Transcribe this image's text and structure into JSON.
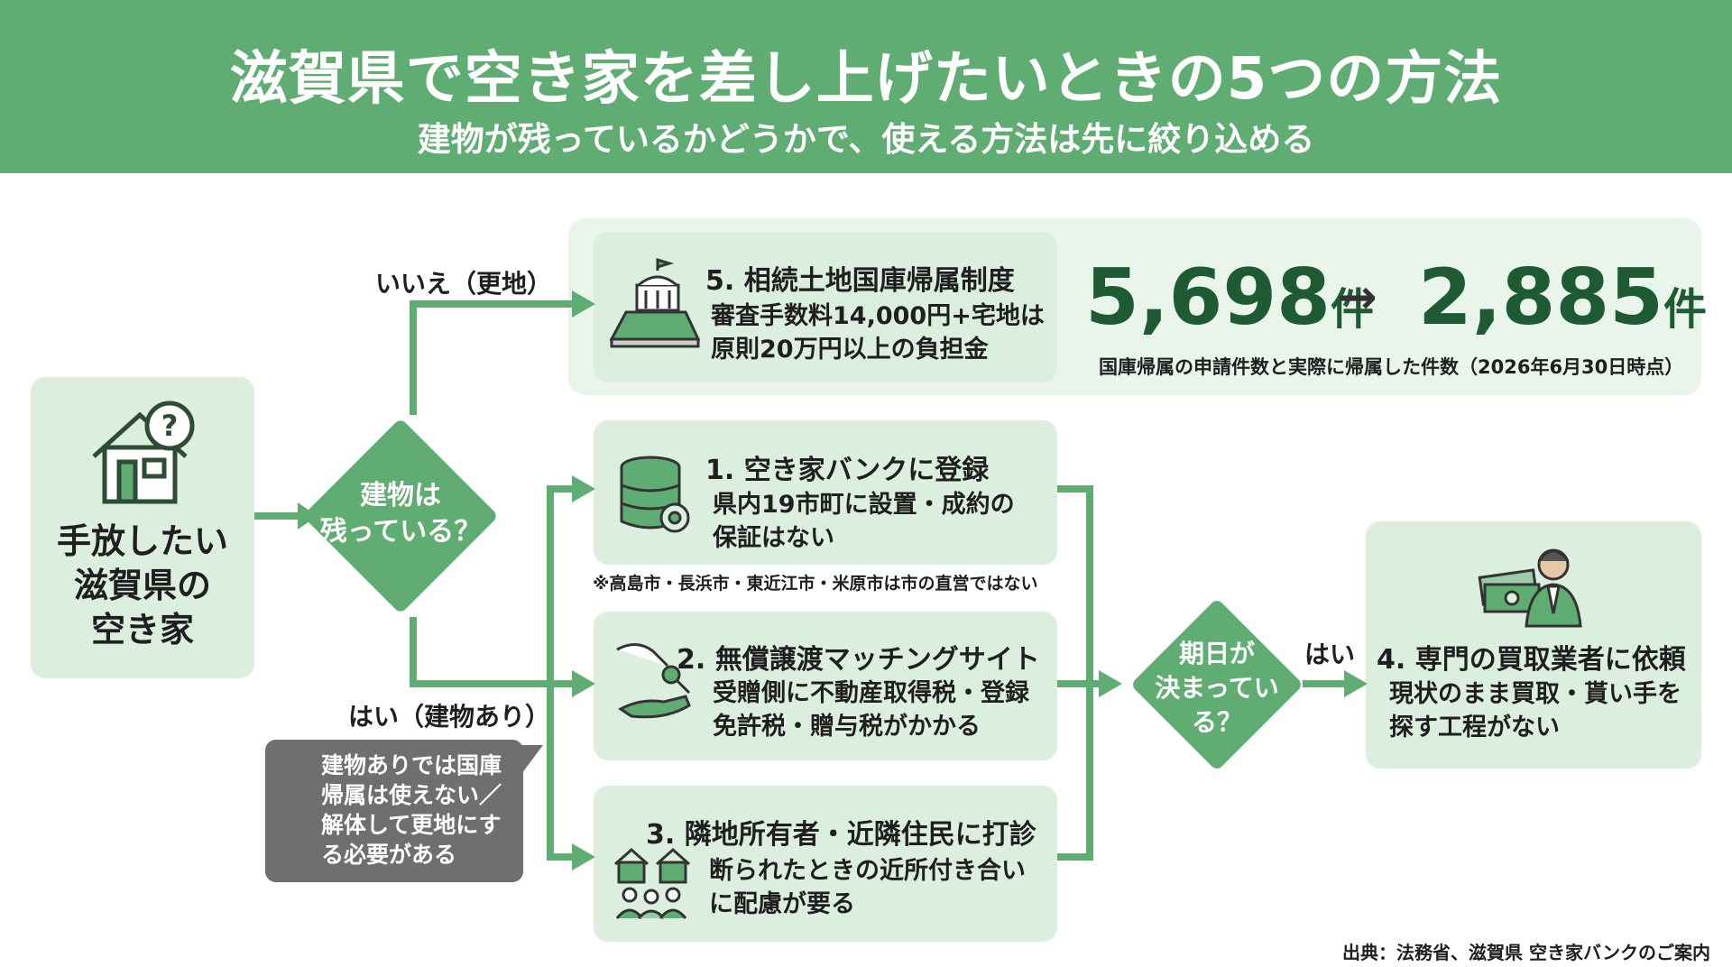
{
  "header": {
    "title": "滋賀県で空き家を差し上げたいときの5つの方法",
    "subtitle": "建物が残っているかどうかで、使える方法は先に絞り込める"
  },
  "start": {
    "label": "手放したい\n滋賀県の\n空き家",
    "icon": "house-question-icon"
  },
  "decision1": {
    "text": "建物は\n残っている？",
    "no_label": "いいえ（更地）",
    "yes_label": "はい（建物あり）"
  },
  "decision2": {
    "text": "期日が\n決まってい\nる？",
    "yes_label": "はい"
  },
  "methods": [
    {
      "title": "1. 空き家バンクに登録",
      "desc": "県内19市町に設置・成約の\n保証はない",
      "icon": "database-gear-icon"
    },
    {
      "title": "2. 無償譲渡マッチングサイト",
      "desc": "受贈側に不動産取得税・登録\n免許税・贈与税がかかる",
      "icon": "handshake-key-icon"
    },
    {
      "title": "3. 隣地所有者・近隣住民に打診",
      "desc": "断られたときの近所付き合い\nに配慮が要る",
      "icon": "neighbors-icon"
    },
    {
      "title": "4. 専門の買取業者に依頼",
      "desc": "現状のまま買取・貰い手を\n探す工程がない",
      "icon": "businessman-money-icon"
    },
    {
      "title": "5. 相続土地国庫帰属制度",
      "desc": "審査手数料14,000円+宅地は\n原則20万円以上の負担金",
      "icon": "government-land-icon"
    }
  ],
  "stats": {
    "applications": "5,698",
    "approved": "2,885",
    "unit": "件",
    "arrow": "→",
    "caption": "国庫帰属の申請件数と実際に帰属した件数（2026年6月30日時点）"
  },
  "note": "※高島市・長浜市・東近江市・米原市は市の直営ではない",
  "callout": {
    "icon": "cross-icon",
    "text": "建物ありでは国庫\n帰属は使えない／\n解体して更地にす\nる必要がある"
  },
  "source": "出典：法務省、滋賀県 空き家バンクのご案内",
  "colors": {
    "primary": "#5fad72",
    "box": "#dcefdf",
    "box_light": "#e9f4ea",
    "stat": "#1e5a32",
    "callout": "#6f6f6f"
  }
}
